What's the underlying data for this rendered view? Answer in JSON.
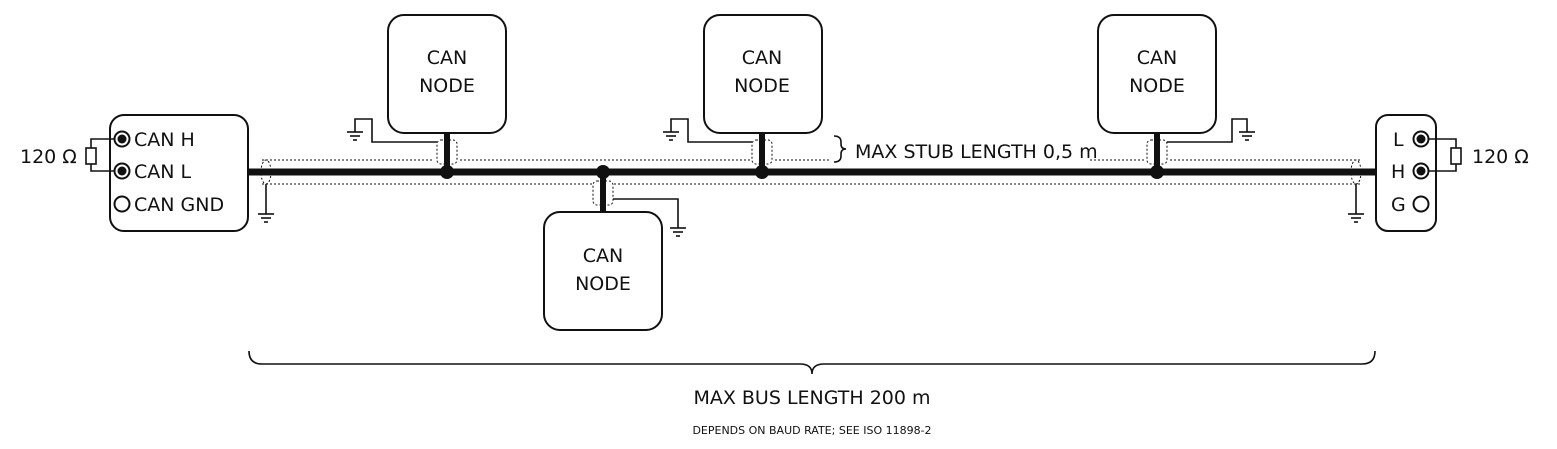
{
  "nodes": [
    {
      "label_line1": "CAN",
      "label_line2": "NODE"
    },
    {
      "label_line1": "CAN",
      "label_line2": "NODE"
    },
    {
      "label_line1": "CAN",
      "label_line2": "NODE"
    },
    {
      "label_line1": "CAN",
      "label_line2": "NODE"
    }
  ],
  "left_terminal": {
    "resistor": "120 Ω",
    "pins": [
      "CAN H",
      "CAN L",
      "CAN GND"
    ]
  },
  "right_terminal": {
    "resistor": "120 Ω",
    "pins": [
      "L",
      "H",
      "G"
    ]
  },
  "stub_label": "MAX STUB LENGTH 0,5 m",
  "bus_label": "MAX BUS LENGTH 200 m",
  "bus_note": "DEPENDS ON BAUD RATE; SEE ISO 11898-2"
}
